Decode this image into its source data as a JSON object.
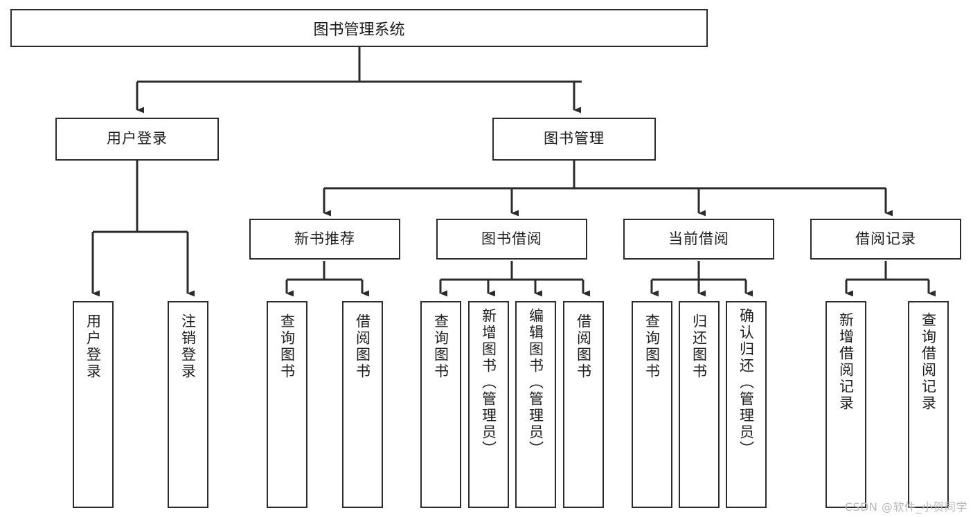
{
  "diagram": {
    "type": "tree",
    "title": "图书管理系统",
    "root": {
      "id": "root",
      "label": "图书管理系统"
    },
    "level2": [
      {
        "id": "user-login",
        "label": "用户登录"
      },
      {
        "id": "book-manage",
        "label": "图书管理"
      }
    ],
    "level3": [
      {
        "id": "new-book-recommend",
        "label": "新书推荐"
      },
      {
        "id": "book-borrow",
        "label": "图书借阅"
      },
      {
        "id": "current-borrow",
        "label": "当前借阅"
      },
      {
        "id": "borrow-record",
        "label": "借阅记录"
      }
    ],
    "leaves": [
      {
        "id": "leaf-user-login",
        "label": "用户登录",
        "parent": "user-login"
      },
      {
        "id": "leaf-logout-login",
        "label": "注销登录",
        "parent": "user-login"
      },
      {
        "id": "leaf-query-book-1",
        "label": "查询图书",
        "parent": "new-book-recommend"
      },
      {
        "id": "leaf-borrow-book-1",
        "label": "借阅图书",
        "parent": "new-book-recommend"
      },
      {
        "id": "leaf-query-book-2",
        "label": "查询图书",
        "parent": "book-borrow"
      },
      {
        "id": "leaf-add-book",
        "label": "新增图书（管理员）",
        "parent": "book-borrow"
      },
      {
        "id": "leaf-edit-book",
        "label": "编辑图书（管理员）",
        "parent": "book-borrow"
      },
      {
        "id": "leaf-borrow-book-2",
        "label": "借阅图书",
        "parent": "book-borrow"
      },
      {
        "id": "leaf-query-book-3",
        "label": "查询图书",
        "parent": "current-borrow"
      },
      {
        "id": "leaf-return-book",
        "label": "归还图书",
        "parent": "current-borrow"
      },
      {
        "id": "leaf-confirm-return",
        "label": "确认归还（管理员）",
        "parent": "current-borrow"
      },
      {
        "id": "leaf-add-record",
        "label": "新增借阅记录",
        "parent": "borrow-record"
      },
      {
        "id": "leaf-query-record",
        "label": "查询借阅记录",
        "parent": "borrow-record"
      }
    ],
    "colors": {
      "stroke": "#2b2b2b",
      "fill": "#ffffff",
      "text": "#1c1c1c",
      "watermark": "#b9b9b9"
    }
  },
  "watermark": {
    "text": "CSDN @软件_小贺同学"
  }
}
